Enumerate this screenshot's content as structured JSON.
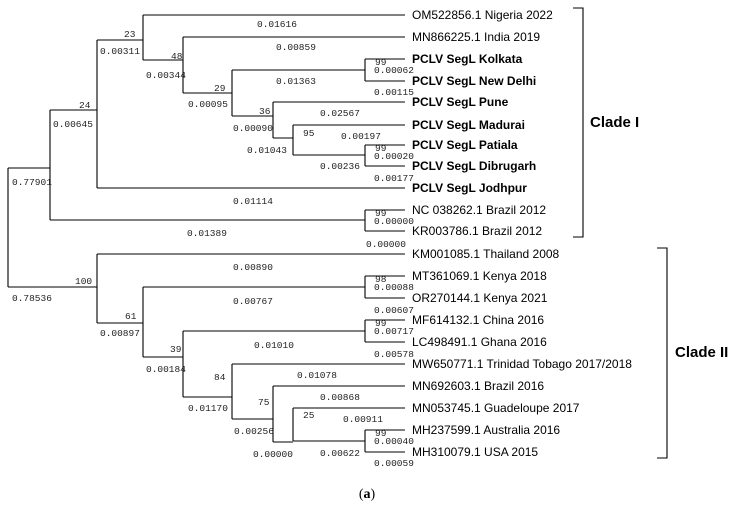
{
  "taxa": [
    {
      "id": "t1",
      "label": "OM522856.1 Nigeria 2022",
      "bold": false
    },
    {
      "id": "t2",
      "label": "MN866225.1 India 2019",
      "bold": false
    },
    {
      "id": "t3",
      "label": "PCLV SegL Kolkata",
      "bold": true
    },
    {
      "id": "t4",
      "label": "PCLV SegL New Delhi",
      "bold": true
    },
    {
      "id": "t5",
      "label": "PCLV SegL Pune",
      "bold": true
    },
    {
      "id": "t6",
      "label": "PCLV SegL Madurai",
      "bold": true
    },
    {
      "id": "t7",
      "label": "PCLV SegL Patiala",
      "bold": true
    },
    {
      "id": "t8",
      "label": "PCLV SegL Dibrugarh",
      "bold": true
    },
    {
      "id": "t9",
      "label": "PCLV SegL Jodhpur",
      "bold": true
    },
    {
      "id": "t10",
      "label": "NC 038262.1 Brazil 2012",
      "bold": false
    },
    {
      "id": "t11",
      "label": "KR003786.1 Brazil 2012",
      "bold": false
    },
    {
      "id": "t12",
      "label": "KM001085.1 Thailand 2008",
      "bold": false
    },
    {
      "id": "t13",
      "label": "MT361069.1 Kenya 2018",
      "bold": false
    },
    {
      "id": "t14",
      "label": "OR270144.1 Kenya 2021",
      "bold": false
    },
    {
      "id": "t15",
      "label": "MF614132.1 China 2016",
      "bold": false
    },
    {
      "id": "t16",
      "label": "LC498491.1 Ghana 2016",
      "bold": false
    },
    {
      "id": "t17",
      "label": "MW650771.1 Trinidad Tobago 2017/2018",
      "bold": false
    },
    {
      "id": "t18",
      "label": "MN692603.1 Brazil 2016",
      "bold": false
    },
    {
      "id": "t19",
      "label": "MN053745.1 Guadeloupe 2017",
      "bold": false
    },
    {
      "id": "t20",
      "label": "MH237599.1 Australia 2016",
      "bold": false
    },
    {
      "id": "t21",
      "label": "MH310079.1 USA 2015",
      "bold": false
    }
  ],
  "clades": {
    "clade1": "Clade I",
    "clade2": "Clade II"
  },
  "bootstrap": {
    "n_kolkata_delhi": "99",
    "n_patiala_dibrugarh": "99",
    "n_madurai": "95",
    "n_pune": "36",
    "n_kol_pune": "29",
    "n_india": "48",
    "n_nigeria": "23",
    "n_clade1": "24",
    "n_brazil2012": "99",
    "n_kenya": "98",
    "n_china_ghana": "99",
    "n_aus_usa": "99",
    "n_guad": "25",
    "n_brazil2016": "75",
    "n_trinidad": "84",
    "n_39": "39",
    "n_61": "61",
    "n_clade2": "100"
  },
  "branch_lengths": {
    "root_top": "0.77901",
    "root_bottom": "0.78536",
    "clade1_stem": "0.00645",
    "nigeria_stem": "0.00311",
    "nigeria_tip": "0.01616",
    "india_stem": "0.00344",
    "india_tip": "0.00859",
    "kol_pune_stem": "0.00095",
    "kol_delhi_stem": "0.01363",
    "kolkata_tip": "0.00062",
    "delhi_tip": "0.00115",
    "pune_stem": "0.00090",
    "pune_tip": "0.02567",
    "madurai_stem": "0.01043",
    "madurai_tip": "0.00197",
    "pat_dib_stem": "0.00236",
    "patiala_tip": "0.00020",
    "dibrugarh_tip": "0.00177",
    "jodhpur_tip": "0.01114",
    "brazil2012_stem": "0.01389",
    "nc_tip": "0.00000",
    "kr_tip": "0.00000",
    "thailand_tip": "0.00890",
    "n61_stem": "0.00897",
    "kenya_stem": "0.00767",
    "mt_tip": "0.00088",
    "or_tip": "0.00607",
    "n39_stem": "0.00184",
    "china_ghana_stem": "0.01010",
    "china_tip": "0.00717",
    "ghana_tip": "0.00578",
    "n84_stem": "0.01170",
    "trinidad_tip": "0.01078",
    "n75_stem": "0.00256",
    "brazil2016_tip": "0.00868",
    "guad_stem": "0.00000",
    "guad_tip": "0.00911",
    "aus_usa_stem": "0.00622",
    "aus_tip": "0.00040",
    "usa_tip": "0.00059"
  },
  "caption": "(a)"
}
